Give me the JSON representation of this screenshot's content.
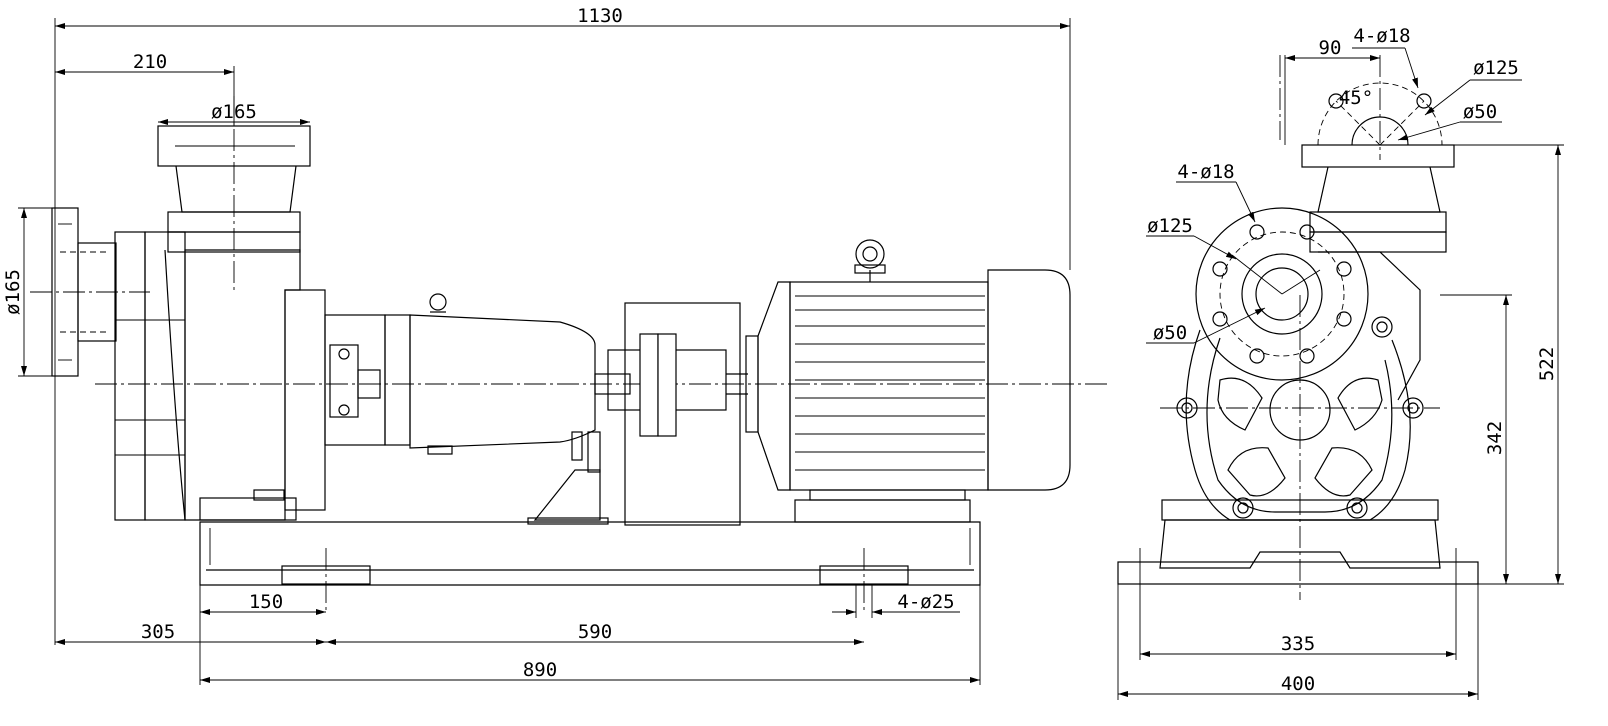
{
  "dimensions": {
    "overall_length": "1130",
    "inlet_offset": "210",
    "discharge_flange_dia": "ø165",
    "suction_flange_dia": "ø165",
    "base_offset_left": "305",
    "base_hole_offset": "150",
    "base_hole_spacing": "590",
    "base_length": "890",
    "anchor_holes": "4-ø25",
    "flange_offset": "90",
    "flange_bolts_top": "4-ø18",
    "flange_pcd_top": "ø125",
    "bore_top": "ø50",
    "bolt_angle": "45°",
    "flange_bolts_side": "4-ø18",
    "flange_pcd_side": "ø125",
    "bore_side": "ø50",
    "outlet_height": "522",
    "shaft_height": "342",
    "base_hole_width": "335",
    "base_width": "400"
  }
}
